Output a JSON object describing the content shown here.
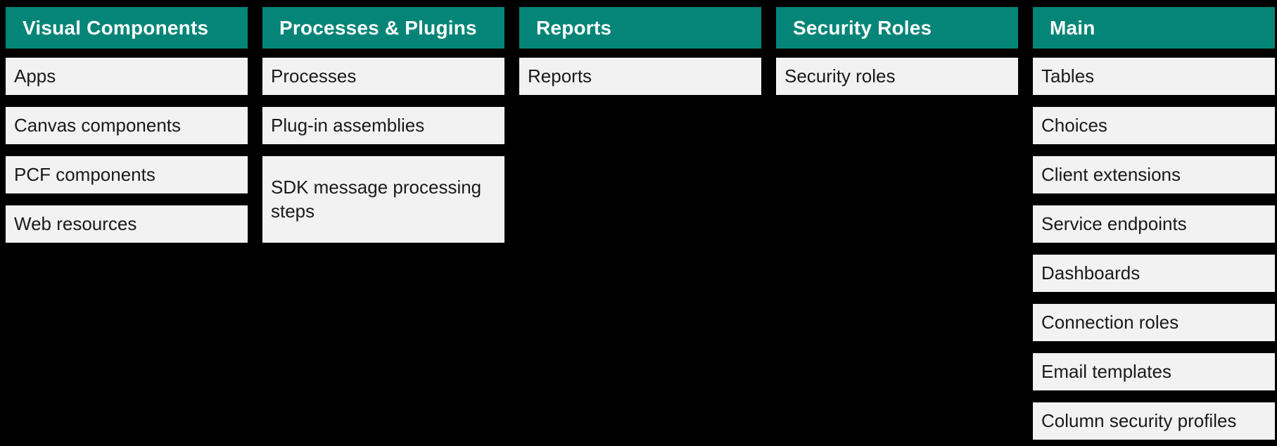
{
  "board": {
    "colors": {
      "header_bg": "#048577",
      "header_text": "#ffffff",
      "item_bg": "#f2f2f2",
      "item_text": "#1a1a1a",
      "background": "#000000"
    },
    "columns": [
      {
        "title": "Visual Components",
        "items": [
          {
            "label": "Apps"
          },
          {
            "label": "Canvas components"
          },
          {
            "label": "PCF components"
          },
          {
            "label": "Web resources"
          }
        ]
      },
      {
        "title": "Processes & Plugins",
        "items": [
          {
            "label": "Processes"
          },
          {
            "label": "Plug-in assemblies"
          },
          {
            "label": "SDK message processing steps"
          }
        ]
      },
      {
        "title": "Reports",
        "items": [
          {
            "label": "Reports"
          }
        ]
      },
      {
        "title": "Security Roles",
        "items": [
          {
            "label": "Security roles"
          }
        ]
      },
      {
        "title": "Main",
        "items": [
          {
            "label": "Tables"
          },
          {
            "label": "Choices"
          },
          {
            "label": "Client extensions"
          },
          {
            "label": "Service endpoints"
          },
          {
            "label": "Dashboards"
          },
          {
            "label": "Connection roles"
          },
          {
            "label": "Email templates"
          },
          {
            "label": "Column security profiles"
          }
        ]
      }
    ]
  }
}
